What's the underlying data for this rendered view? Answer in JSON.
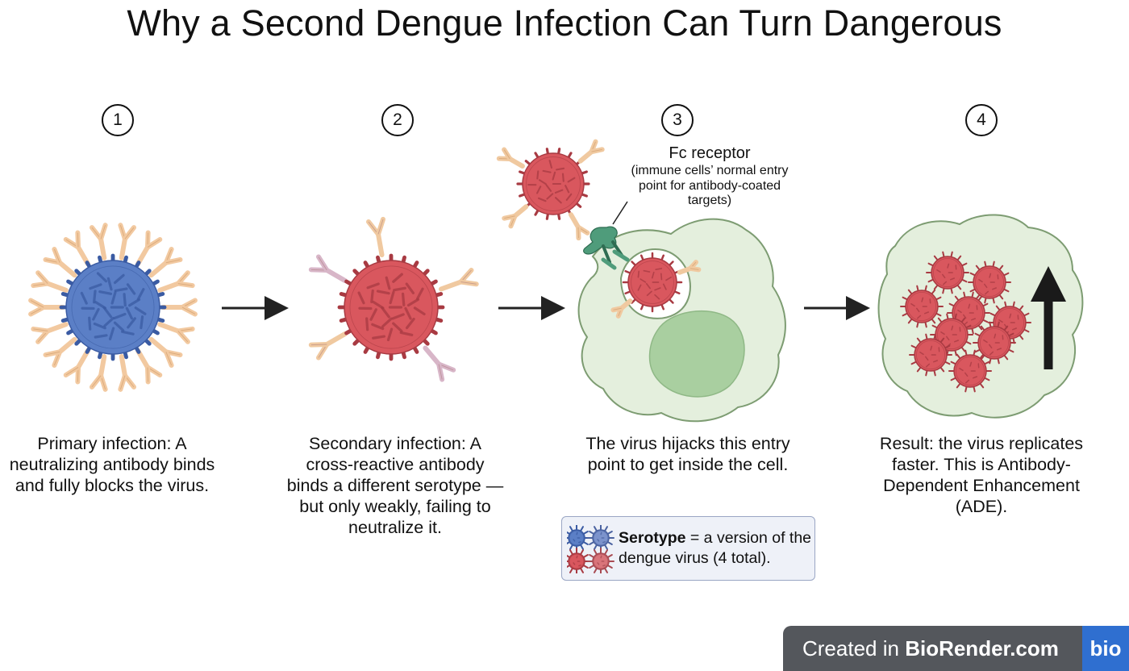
{
  "title": "Why a Second Dengue Infection Can Turn Dangerous",
  "steps": [
    {
      "number": "1",
      "caption": "Primary infection: A neutralizing antibody binds and fully blocks the virus."
    },
    {
      "number": "2",
      "caption": "Secondary infection: A cross-reactive antibody binds a different serotype — but only weakly, failing to neutralize it."
    },
    {
      "number": "3",
      "caption": "The virus hijacks this entry point to get inside the cell."
    },
    {
      "number": "4",
      "caption": "Result: the virus replicates faster. This is Antibody-Dependent Enhancement (ADE)."
    }
  ],
  "fc_receptor": {
    "title": "Fc receptor",
    "subtitle": "(immune cells’ normal entry point for antibody-coated targets)"
  },
  "legend": {
    "term": "Serotype",
    "definition": " = a version of the dengue virus (4 total)."
  },
  "badge": {
    "prefix": "Created in ",
    "brand": "BioRender.com",
    "logo": "bio"
  },
  "colors": {
    "blue_virus": "#5b7fc6",
    "red_virus": "#d9575e",
    "antibody_light": "#f2c9a0",
    "cell": "#e6f0e0",
    "nucleus": "#a8cc9c",
    "receptor": "#4a9a7a"
  }
}
